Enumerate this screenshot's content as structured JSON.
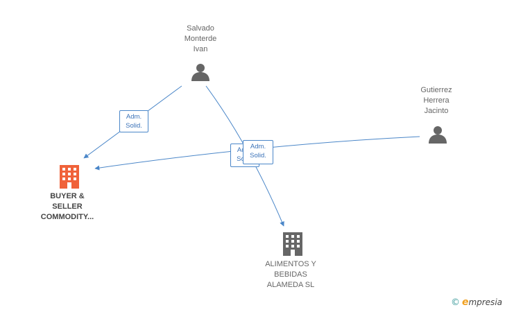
{
  "nodes": {
    "salvado": {
      "lines": [
        "Salvado",
        "Monterde",
        "Ivan"
      ]
    },
    "gutierrez": {
      "lines": [
        "Gutierrez",
        "Herrera",
        "Jacinto"
      ]
    },
    "buyer": {
      "lines": [
        "BUYER &",
        "SELLER",
        "COMMODITY..."
      ]
    },
    "alimentos": {
      "lines": [
        "ALIMENTOS Y",
        "BEBIDAS",
        "ALAMEDA SL"
      ]
    }
  },
  "edges": {
    "salvado_buyer": {
      "role": [
        "Adm.",
        "Solid."
      ]
    },
    "salvado_alimentos": {
      "role": [
        "Adm.",
        "Solid."
      ]
    },
    "gutierrez_buyer": {
      "role": [
        "Adm.",
        "Solid."
      ]
    }
  },
  "colors": {
    "edge": "#4a86c8",
    "person_icon": "#666666",
    "company_main": "#f0623a",
    "company_other": "#666666"
  },
  "brand": {
    "copyright": "©",
    "e": "e",
    "rest": "mpresia"
  }
}
